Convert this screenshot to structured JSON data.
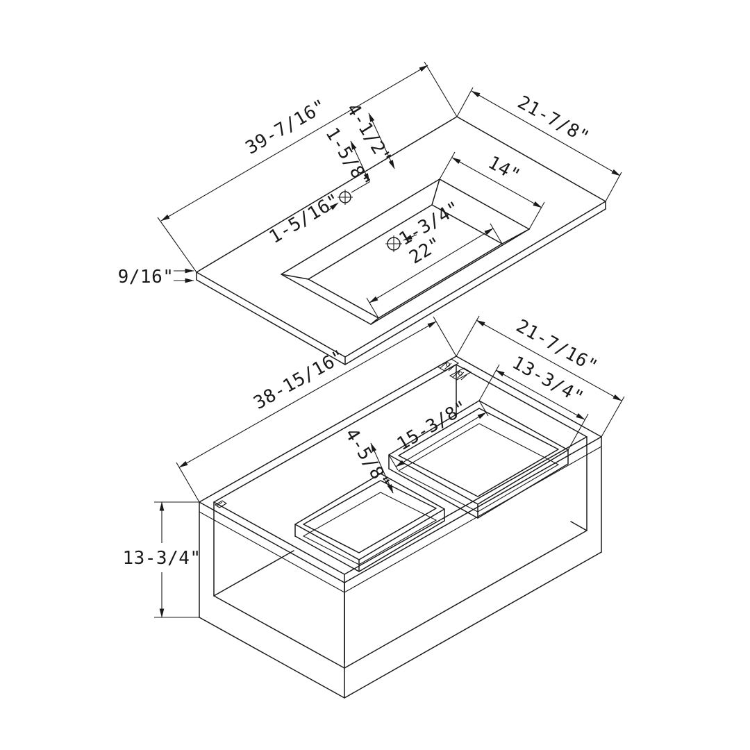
{
  "page": {
    "title": "Vanity dimension drawing",
    "background_color": "#ffffff"
  },
  "drawing": {
    "type": "isometric dimension drawing",
    "subject": "wall-mounted bathroom vanity: sink countertop (top) and open cabinet (bottom)",
    "units": "inches",
    "line_color": "#1a1a1a"
  },
  "countertop": {
    "width_label": "39-7/16\"",
    "depth_label": "21-7/8\"",
    "thickness_label": "9/16\"",
    "faucet_setback_label": "4-1/2\"",
    "faucet_spacing_label": "1-5/8\"",
    "faucet_hole_label": "1-5/16\"",
    "drain_hole_label": "1-3/4\"",
    "basin_depth_label": "14\"",
    "basin_width_label": "22\""
  },
  "cabinet": {
    "width_label": "38-15/16\"",
    "depth_label": "21-7/16\"",
    "height_label": "13-3/4\"",
    "drawer_depth_label": "13-3/4\"",
    "drawer_width_label": "15-3/8\"",
    "drawer_offset_label": "4-5/8\""
  }
}
